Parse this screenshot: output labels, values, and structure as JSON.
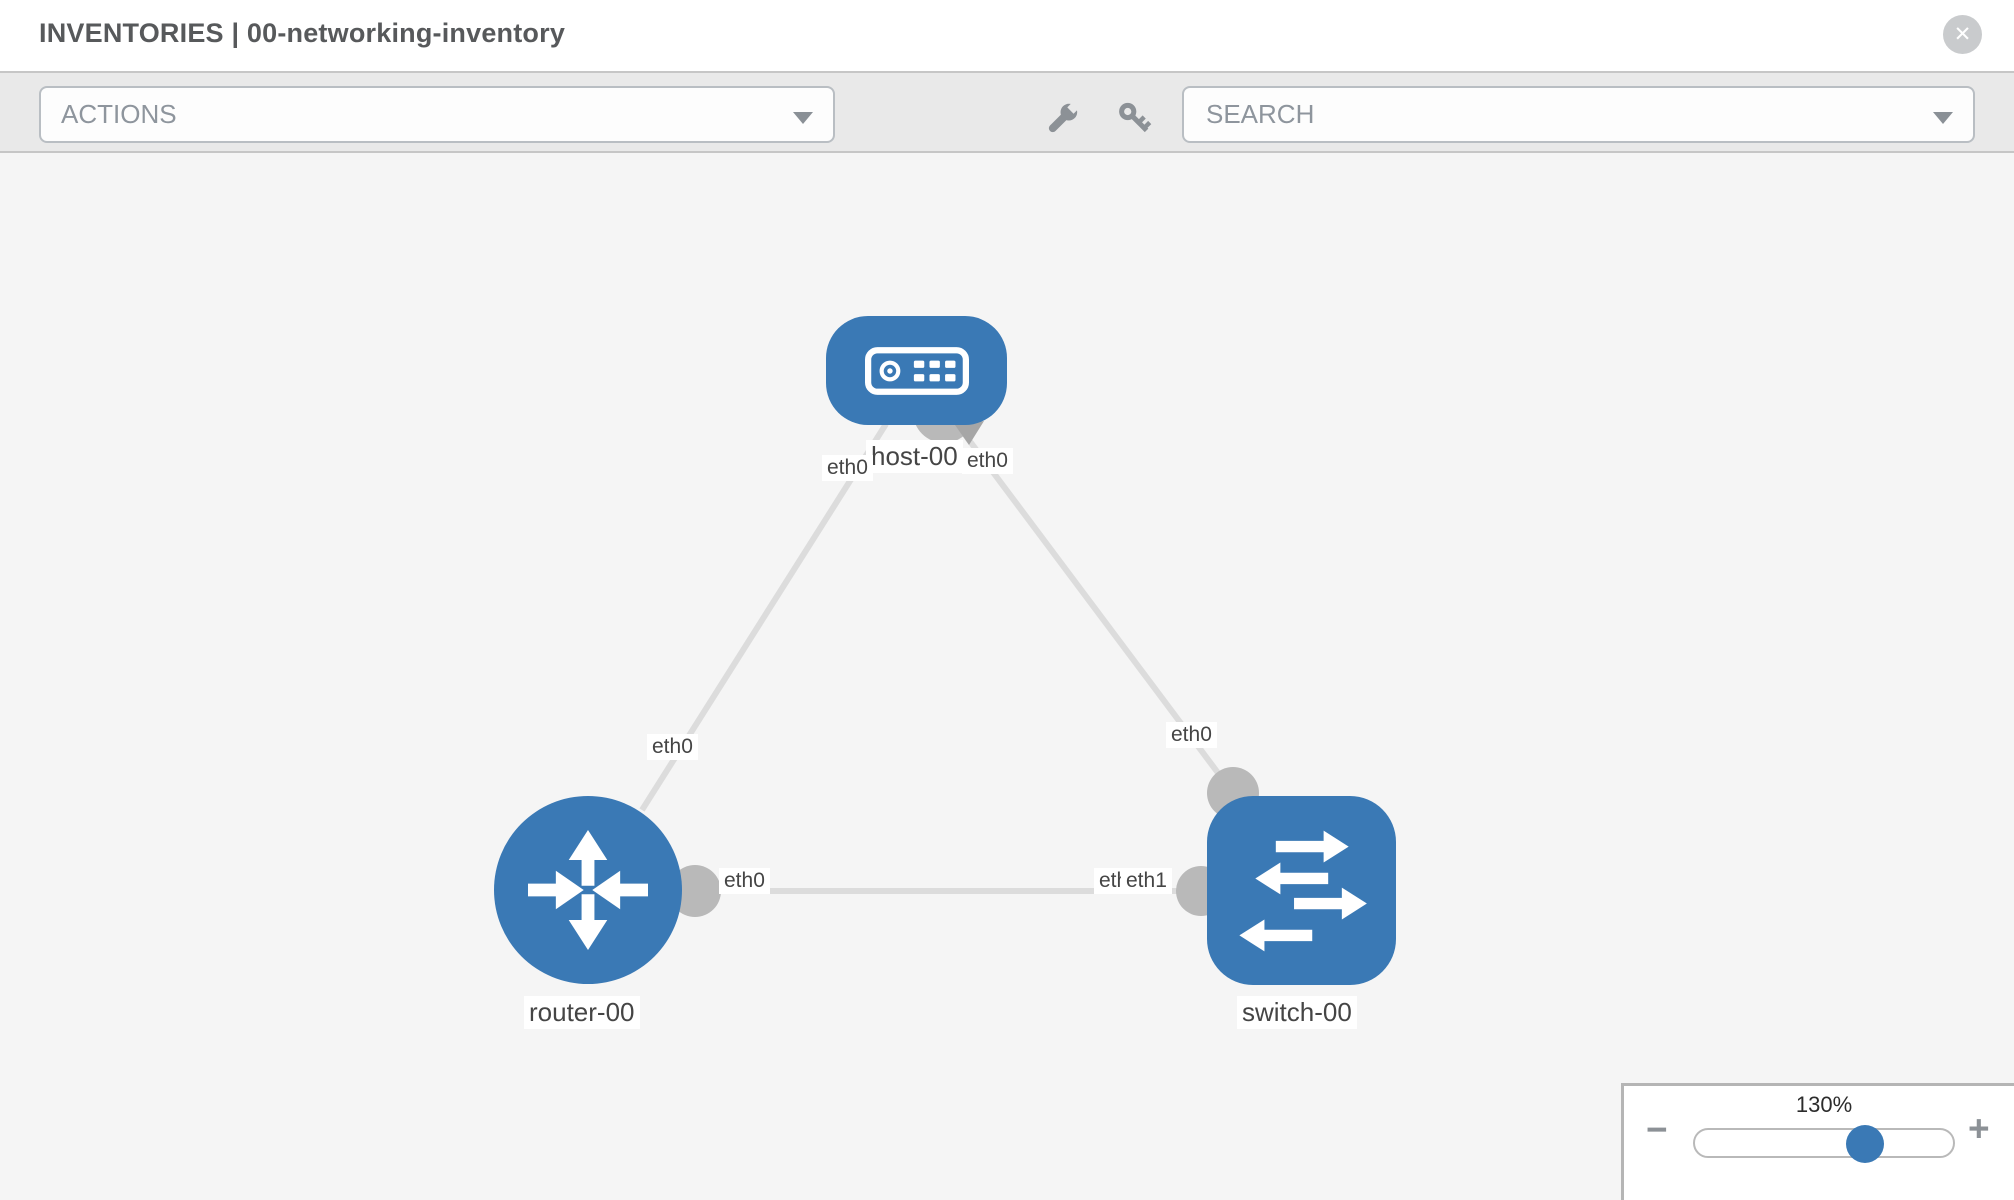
{
  "header": {
    "title": "INVENTORIES | 00-networking-inventory"
  },
  "toolbar": {
    "actions_label": "ACTIONS",
    "search_placeholder": "SEARCH"
  },
  "graph": {
    "nodes": [
      {
        "id": "host-00",
        "type": "host",
        "label": "host-00"
      },
      {
        "id": "router-00",
        "type": "router",
        "label": "router-00"
      },
      {
        "id": "switch-00",
        "type": "switch",
        "label": "switch-00"
      }
    ],
    "interface_labels": {
      "host_left": "eth0",
      "host_right": "eth0",
      "router_top": "eth0",
      "router_right": "eth0",
      "switch_top": "eth0",
      "switch_back": "eth0",
      "switch_front": "eth1"
    },
    "links": [
      {
        "from": "host-00",
        "to": "router-00",
        "from_iface": "eth0",
        "to_iface": "eth0"
      },
      {
        "from": "host-00",
        "to": "switch-00",
        "from_iface": "eth0",
        "to_iface": "eth0"
      },
      {
        "from": "router-00",
        "to": "switch-00",
        "from_iface": "eth0",
        "to_iface": "eth1"
      }
    ]
  },
  "zoom_control": {
    "level_label": "130%",
    "minus_glyph": "−",
    "plus_glyph": "+"
  },
  "icons": {
    "close_glyph": "✕"
  },
  "colors": {
    "node_blue": "#3a79b5",
    "connector_gray": "#b9b9b9",
    "edge_gray": "#dcdcdc",
    "toolbar_bg": "#e9e9e9"
  }
}
